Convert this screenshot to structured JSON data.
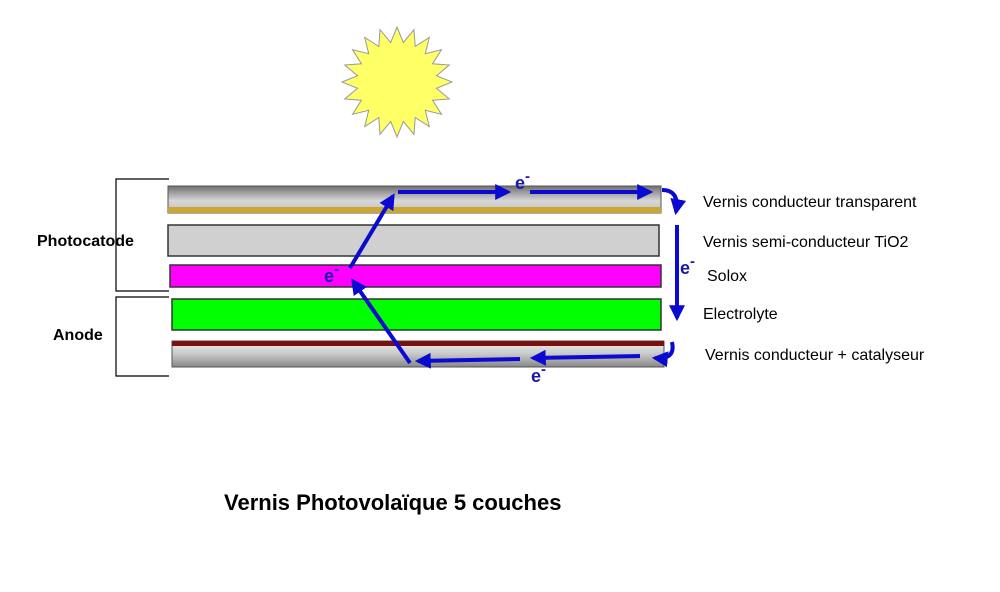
{
  "diagram": {
    "title": "Vernis Photovolaïque 5 couches",
    "groups": {
      "photocatode": "Photocatode",
      "anode": "Anode"
    },
    "layers": {
      "layer1": {
        "label": "Vernis conducteur transparent",
        "color": "#c8a832"
      },
      "layer2": {
        "label": "Vernis semi-conducteur TiO2",
        "color": "#d0d0d0"
      },
      "layer3": {
        "label": "Solox",
        "color": "#ff00ff"
      },
      "layer4": {
        "label": "Electrolyte",
        "color": "#00ff00"
      },
      "layer5": {
        "label": "Vernis conducteur + catalyseur",
        "color": "#7a1010"
      }
    },
    "electron": {
      "symbol": "e",
      "charge": "-"
    },
    "colors": {
      "arrow": "#0a0ad0",
      "sun": "#ffff66",
      "sun_stroke": "#999999"
    },
    "icons": {
      "sun": "sun-icon"
    }
  }
}
